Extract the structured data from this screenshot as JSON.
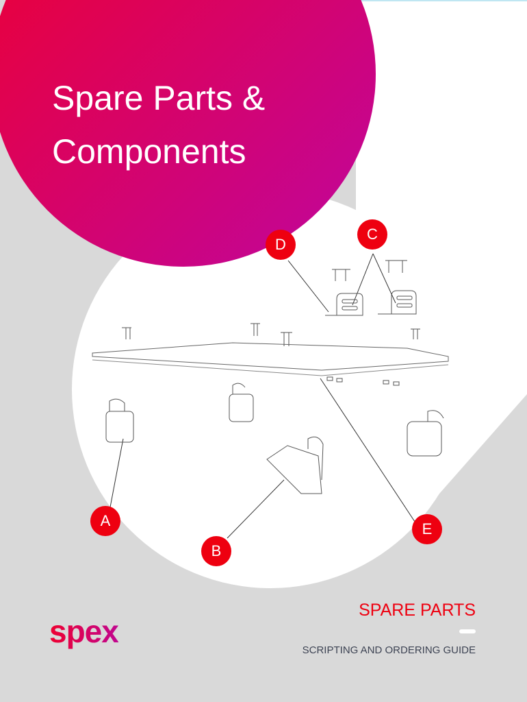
{
  "cover": {
    "title": "Spare Parts & Components",
    "subtitle": "SPARE PARTS",
    "tagline": "SCRIPTING AND ORDERING GUIDE",
    "logo_text": "spex",
    "callouts": {
      "a": "A",
      "b": "B",
      "c": "C",
      "d": "D",
      "e": "E"
    },
    "colors": {
      "gradient_start": "#e8003a",
      "gradient_end": "#c0069a",
      "callout": "#ee0010",
      "background": "#d9d9d9"
    }
  }
}
